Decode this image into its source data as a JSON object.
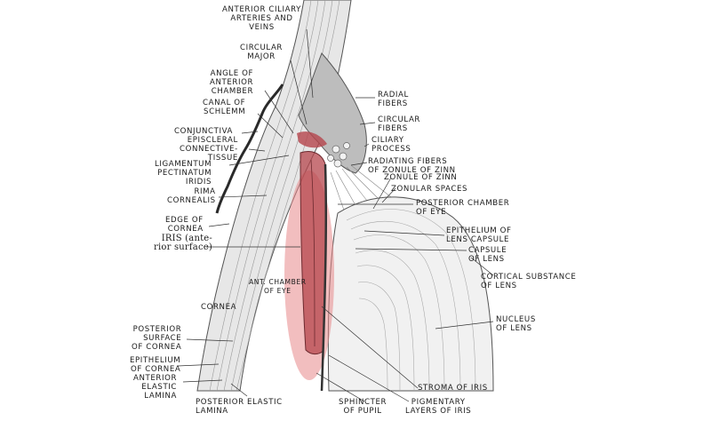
{
  "labels": {
    "anterior_ciliary": "ANTERIOR CILIARY\nARTERIES AND\nVEINS",
    "circular_major": "CIRCULAR\nMAJOR",
    "angle_chamber": "ANGLE OF\nANTERIOR\nCHAMBER",
    "canal_schlemm": "CANAL OF\nSCHLEMM",
    "conjunctiva": "CONJUNCTIVA",
    "episcleral": "EPISCLERAL\nCONNECTIVE-\nTISSUE",
    "ligamentum": "LIGAMENTUM\nPECTINATUM\nIRIDIS",
    "rima": "RIMA\nCORNEALIS",
    "edge_cornea": "EDGE OF\nCORNEA",
    "iris_anterior": "IRIS (ante-\nrior surface)",
    "cornea": "CORNEA",
    "ant_chamber": "ANT. CHAMBER\nOF EYE",
    "posterior_surface": "POSTERIOR\nSURFACE\nOF CORNEA",
    "epithelium_cornea": "EPITHELIUM\nOF CORNEA",
    "anterior_elastic": "ANTERIOR\nELASTIC\nLAMINA",
    "posterior_elastic": "POSTERIOR ELASTIC\nLAMINA",
    "sphincter": "SPHINCTER\nOF PUPIL",
    "pigmentary": "PIGMENTARY\nLAYERS OF IRIS",
    "stroma": "STROMA OF IRIS",
    "radial_fibers": "RADIAL\nFIBERS",
    "circular_fibers": "CIRCULAR\nFIBERS",
    "ciliary_process": "CILIARY\nPROCESS",
    "radiating_fibers": "RADIATING FIBERS\nOF ZONULE OF ZINN",
    "zonule": "ZONULE OF ZINN",
    "zonular_spaces": "ZONULAR SPACES",
    "posterior_chamber": "POSTERIOR CHAMBER\nOF EYE",
    "epithelium_lens": "EPITHELIUM OF\nLENS CAPSULE",
    "capsule_lens": "CAPSULE\nOF LENS",
    "cortical": "CORTICAL SUBSTANCE\nOF LENS",
    "nucleus": "NUCLEUS\nOF LENS"
  },
  "colors": {
    "highlight": "#e8888a",
    "iris_red": "#b5454c",
    "ink": "#333333"
  }
}
